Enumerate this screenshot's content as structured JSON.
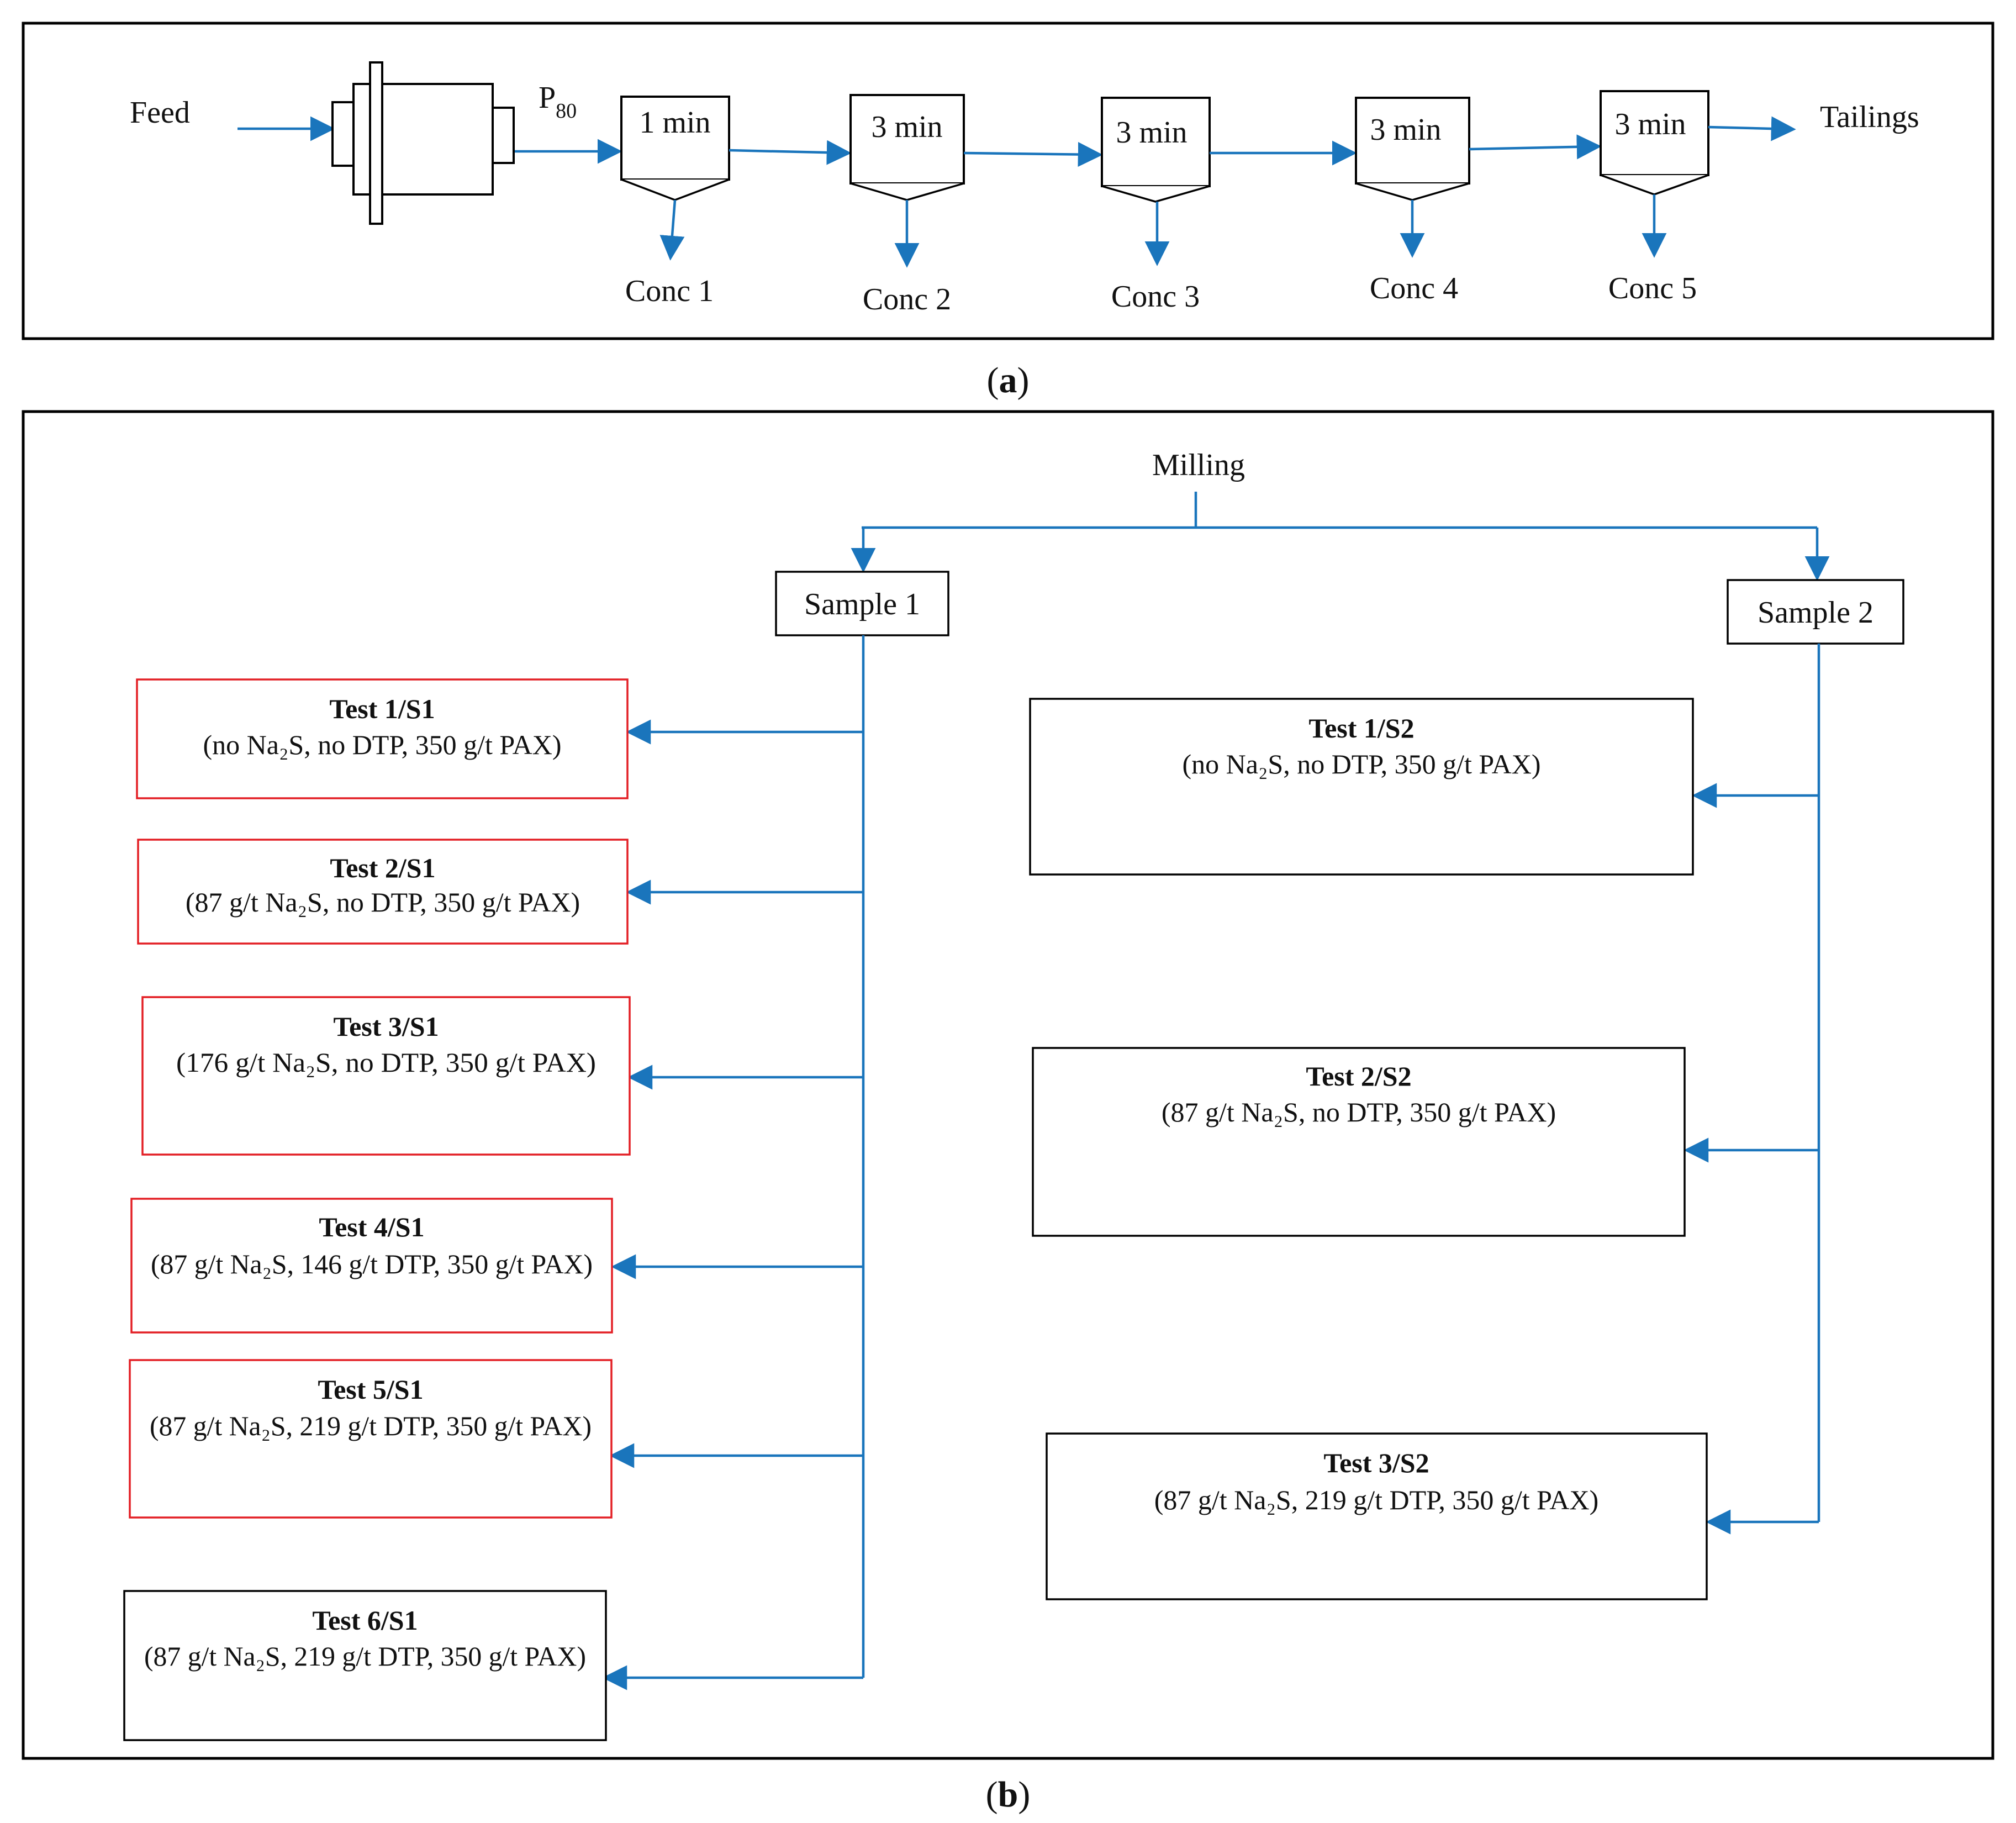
{
  "colors": {
    "flow": "#1a75bc",
    "highlight": "#e31e24",
    "outline": "#000000"
  },
  "panel_a": {
    "label": "a",
    "feed": "Feed",
    "p80_main": "P",
    "p80_sub": "80",
    "tailings": "Tailings",
    "cells": [
      {
        "time": "1 min",
        "conc": "Conc 1"
      },
      {
        "time": "3 min",
        "conc": "Conc 2"
      },
      {
        "time": "3 min",
        "conc": "Conc 3"
      },
      {
        "time": "3 min",
        "conc": "Conc 4"
      },
      {
        "time": "3 min",
        "conc": "Conc 5"
      }
    ]
  },
  "panel_b": {
    "label": "b",
    "milling": "Milling",
    "sample1": "Sample 1",
    "sample2": "Sample 2",
    "tests_s1": [
      {
        "title": "Test 1/S1",
        "desc": "(no Na₂S, no DTP, 350 g/t PAX)",
        "highlight": true
      },
      {
        "title": "Test 2/S1",
        "desc": "(87 g/t Na₂S, no DTP, 350 g/t PAX)",
        "highlight": true
      },
      {
        "title": "Test 3/S1",
        "desc": "(176 g/t Na₂S, no DTP, 350 g/t PAX)",
        "highlight": true
      },
      {
        "title": "Test 4/S1",
        "desc": "(87 g/t Na₂S, 146 g/t DTP, 350 g/t PAX)",
        "highlight": true
      },
      {
        "title": "Test 5/S1",
        "desc": "(87 g/t Na₂S, 219 g/t DTP, 350 g/t PAX)",
        "highlight": true
      },
      {
        "title": "Test 6/S1",
        "desc": "(87 g/t Na₂S, 219 g/t DTP, 350 g/t PAX)",
        "highlight": false
      }
    ],
    "tests_s2": [
      {
        "title": "Test 1/S2",
        "desc": "(no Na₂S, no DTP, 350 g/t PAX)"
      },
      {
        "title": "Test 2/S2",
        "desc": "(87 g/t Na₂S, no DTP, 350 g/t PAX)"
      },
      {
        "title": "Test 3/S2",
        "desc": "(87 g/t Na₂S, 219 g/t DTP, 350 g/t PAX)"
      }
    ]
  }
}
